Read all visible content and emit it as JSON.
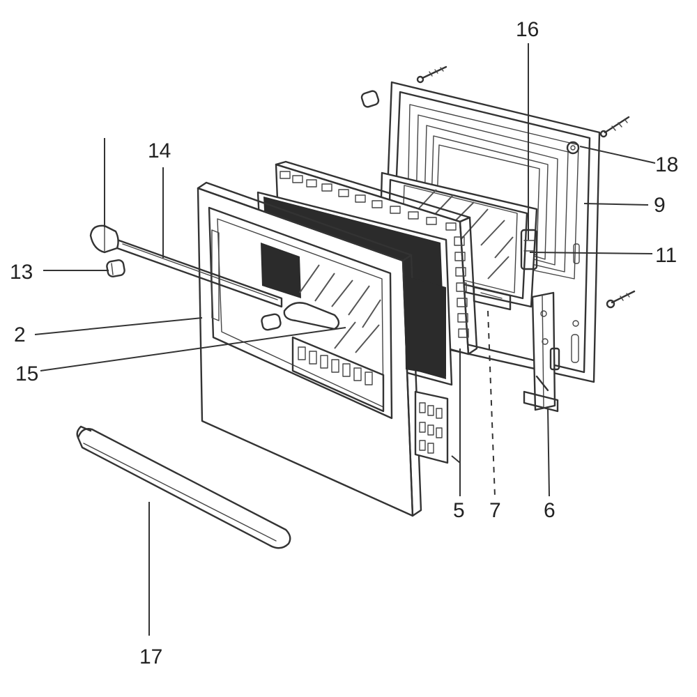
{
  "diagram": {
    "colors": {
      "line": "#333333",
      "fill": "#ffffff",
      "dark_fill": "#2b2b2b"
    },
    "parts": [
      {
        "id": "p2",
        "label": "2"
      },
      {
        "id": "p5",
        "label": "5"
      },
      {
        "id": "p6",
        "label": "6"
      },
      {
        "id": "p7",
        "label": "7"
      },
      {
        "id": "p9",
        "label": "9"
      },
      {
        "id": "p11",
        "label": "11"
      },
      {
        "id": "p13",
        "label": "13"
      },
      {
        "id": "p14",
        "label": "14"
      },
      {
        "id": "p15",
        "label": "15"
      },
      {
        "id": "p16",
        "label": "16"
      },
      {
        "id": "p17",
        "label": "17"
      },
      {
        "id": "p18",
        "label": "18"
      }
    ]
  }
}
